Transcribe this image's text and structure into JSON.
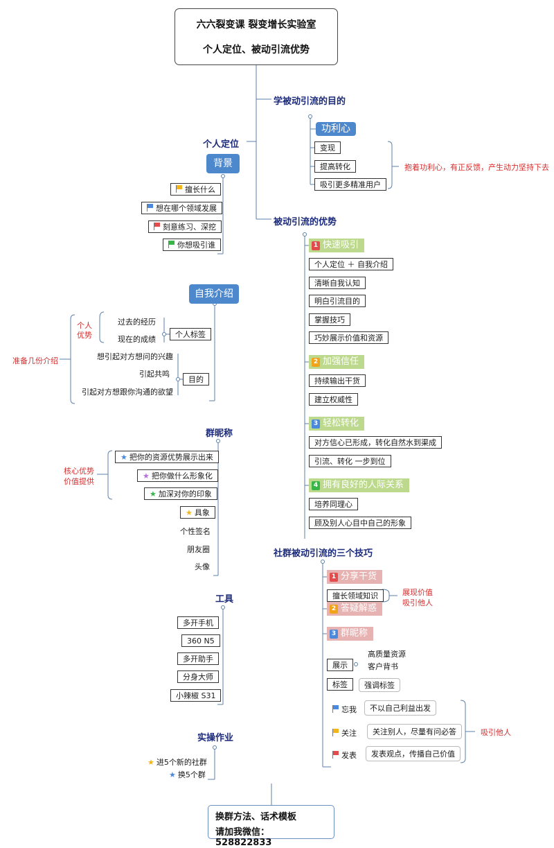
{
  "header": {
    "line1": "六六裂变课 裂变增长实验室",
    "line2": "个人定位、被动引流优势"
  },
  "personal_positioning": {
    "title": "个人定位",
    "background": {
      "label": "背景",
      "items": [
        {
          "text": "擅长什么",
          "flag_color": "#f2b61c"
        },
        {
          "text": "想在哪个领域发展",
          "flag_color": "#4a89dc"
        },
        {
          "text": "刻意练习、深挖",
          "flag_color": "#e24c4c"
        },
        {
          "text": "你想吸引谁",
          "flag_color": "#39b54a"
        }
      ]
    },
    "self_intro": {
      "label": "自我介绍",
      "bracket_label": "准备几份介绍",
      "personal_tag": {
        "label": "个人标签",
        "side_note_1": "个人",
        "side_note_2": "优势",
        "items": [
          "过去的经历",
          "现在的成绩"
        ]
      },
      "purpose": {
        "label": "目的",
        "items": [
          "想引起对方想问的兴趣",
          "引起共鸣",
          "引起对方想跟你沟通的欲望"
        ]
      }
    },
    "nickname": {
      "title": "群昵称",
      "side_note_1": "核心优势",
      "side_note_2": "价值提供",
      "items": [
        {
          "text": "把你的资源优势展示出来",
          "star_color": "#4a89dc"
        },
        {
          "text": "把你做什么形象化",
          "star_color": "#b76fd9"
        },
        {
          "text": "加深对你的印象",
          "star_color": "#39b54a"
        },
        {
          "text": "具象",
          "star_color": "#f2b61c"
        }
      ],
      "plain_items": [
        "个性签名",
        "朋友圈",
        "头像"
      ]
    },
    "tools": {
      "title": "工具",
      "items": [
        "多开手机",
        "360 N5",
        "多开助手",
        "分身大师",
        "小辣椒 S31"
      ]
    },
    "practice": {
      "title": "实操作业",
      "items": [
        {
          "text": "进5个新的社群",
          "star_color": "#f2b61c"
        },
        {
          "text": "换5个群",
          "star_color": "#4a89dc"
        }
      ]
    }
  },
  "purpose_section": {
    "title": "学被动引流的目的",
    "label": "功利心",
    "items": [
      "变现",
      "提高转化",
      "吸引更多精准用户"
    ],
    "note": "抱着功利心，有正反馈，产生动力坚持下去"
  },
  "advantages": {
    "title": "被动引流的优势",
    "groups": [
      {
        "num": "1",
        "num_color": "#e24c4c",
        "label": "快速吸引",
        "items": [
          "个人定位 ＋ 自我介绍",
          "清晰自我认知",
          "明白引流目的",
          "掌握技巧",
          "巧妙展示价值和资源"
        ]
      },
      {
        "num": "2",
        "num_color": "#f2a31c",
        "label": "加强信任",
        "items": [
          "持续输出干货",
          "建立权威性"
        ]
      },
      {
        "num": "3",
        "num_color": "#4a89dc",
        "label": "轻松转化",
        "items": [
          "对方信心已形成，转化自然水到渠成",
          "引流、转化 一步到位"
        ]
      },
      {
        "num": "4",
        "num_color": "#39b54a",
        "label": "拥有良好的人际关系",
        "items": [
          "培养同理心",
          "顾及别人心目中自己的形象"
        ]
      }
    ]
  },
  "skills": {
    "title": "社群被动引流的三个技巧",
    "share": {
      "num": "1",
      "label": "分享干货",
      "item": "擅长领域知识",
      "note_1": "展现价值",
      "note_2": "吸引他人"
    },
    "answer": {
      "num": "2",
      "label": "答疑解惑"
    },
    "nickname": {
      "num": "3",
      "label": "群昵称",
      "show": {
        "label": "展示",
        "items": [
          "高质量资源",
          "客户背书"
        ]
      },
      "tag": {
        "label": "标签",
        "item": "强调标签"
      },
      "rows": [
        {
          "label": "忘我",
          "flag_color": "#4a89dc",
          "text": "不以自己利益出发"
        },
        {
          "label": "关注",
          "flag_color": "#f2b61c",
          "text": "关注别人，尽量有问必答"
        },
        {
          "label": "发表",
          "flag_color": "#e24c4c",
          "text": "发表观点，传播自己价值"
        }
      ],
      "note": "吸引他人"
    }
  },
  "footer": {
    "line1": "换群方法、话术模板",
    "line2_prefix": "请加我微信：",
    "wechat": "528822833"
  }
}
